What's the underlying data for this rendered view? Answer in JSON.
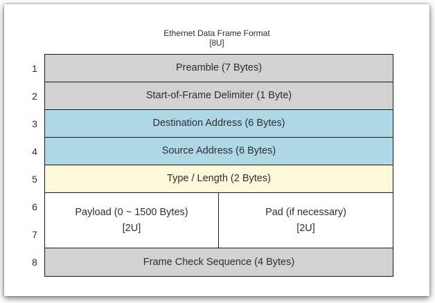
{
  "title": "Ethernet Data Frame Format",
  "subtitle": "[8U]",
  "colors": {
    "gray": "#d2d2d2",
    "blue": "#aed8e6",
    "yellow": "#fbf9da",
    "white": "#ffffff",
    "border": "#171717"
  },
  "row_numbers": [
    "1",
    "2",
    "3",
    "4",
    "5",
    "6",
    "7",
    "8"
  ],
  "fields": {
    "preamble": "Preamble (7 Bytes)",
    "sfd": "Start-of-Frame Delimiter (1 Byte)",
    "destination": "Destination Address (6 Bytes)",
    "source": "Source Address (6 Bytes)",
    "type_length": "Type / Length (2 Bytes)",
    "payload_line1": "Payload (0 ~ 1500 Bytes)",
    "payload_line2": "[2U]",
    "pad_line1": "Pad (if necessary)",
    "pad_line2": "[2U]",
    "fcs": "Frame Check Sequence (4 Bytes)"
  }
}
